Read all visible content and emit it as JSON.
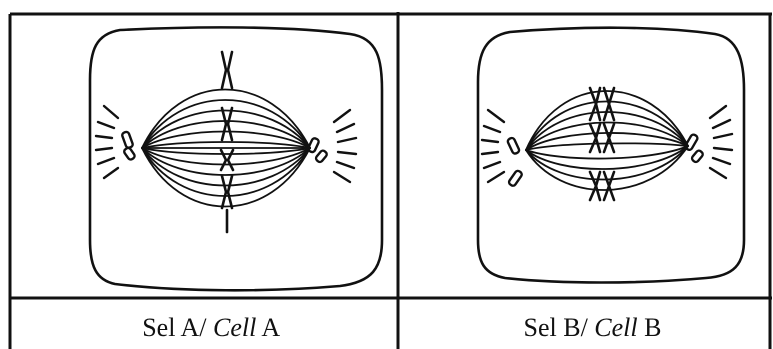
{
  "panels": [
    {
      "label_sel": "Sel A/ ",
      "label_cell": "Cell",
      "label_letter": " A"
    },
    {
      "label_sel": "Sel B/ ",
      "label_cell": "Cell",
      "label_letter": " B"
    }
  ],
  "colors": {
    "ink": "#111111",
    "background": "#ffffff"
  }
}
